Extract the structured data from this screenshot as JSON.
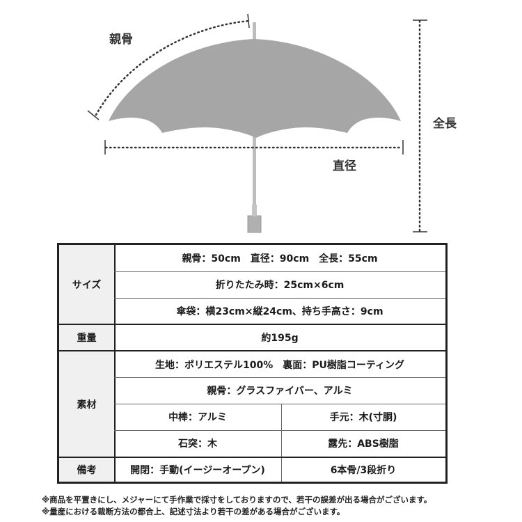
{
  "diagram": {
    "labels": {
      "rib": "親骨",
      "length": "全長",
      "diameter": "直径"
    },
    "colors": {
      "canopy": "#a6a6a6",
      "shaft": "#b5b5b5",
      "dots": "#333333"
    }
  },
  "spec_table": {
    "size": {
      "header": "サイズ",
      "line1": "親骨：50cm　直径：90cm　全長：55cm",
      "line2": "折りたたみ時：25cm×6cm",
      "line3": "傘袋：横23cm×縦24cm、持ち手高さ：9cm"
    },
    "weight": {
      "header": "重量",
      "value": "約195g"
    },
    "material": {
      "header": "素材",
      "line1": "生地：ポリエステル100%　裏面：PU樹脂コーティング",
      "line2": "親骨：グラスファイバー、アルミ",
      "shaft": "中棒：アルミ",
      "handle": "手元：木(寸胴)",
      "tip": "石突：木",
      "rib_tips": "露先：ABS樹脂"
    },
    "notes_row": {
      "header": "備考",
      "opening": "開閉：手動(イージーオープン)",
      "ribs": "6本骨/3段折り"
    }
  },
  "footnotes": [
    "※商品を平置きにし、メジャーにて手作業で採寸をしておりますので、若干の誤差が出る場合がございます。",
    "※量産における裁断方法の都合上、記述寸法より若干の差がある場合がございます。"
  ]
}
